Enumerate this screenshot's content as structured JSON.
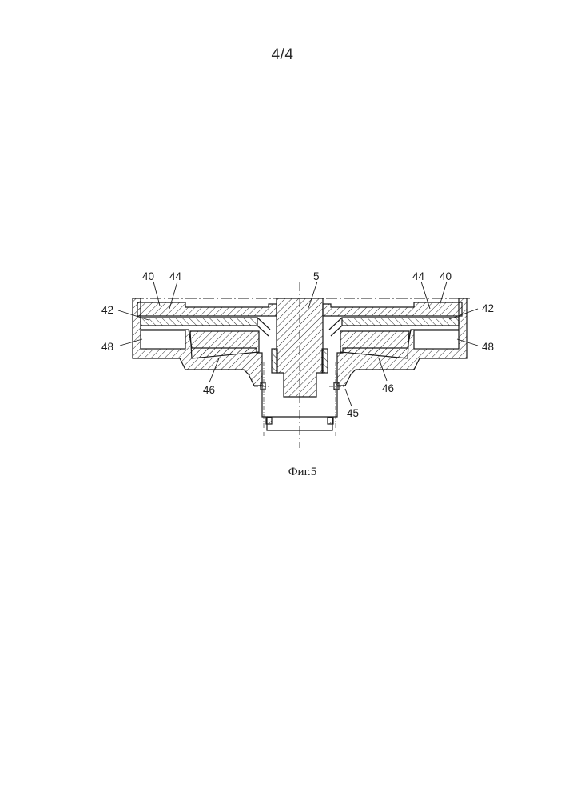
{
  "sheet": {
    "page_number": "4/4"
  },
  "figure": {
    "caption": "Фиг.5",
    "labels": {
      "label_40": "40",
      "label_44": "44",
      "label_42": "42",
      "label_48": "48",
      "label_46": "46",
      "label_5": "5",
      "label_45": "45"
    }
  },
  "colors": {
    "line": "#1a1a1a",
    "hatch": "#2a2a2a",
    "background": "#ffffff"
  }
}
